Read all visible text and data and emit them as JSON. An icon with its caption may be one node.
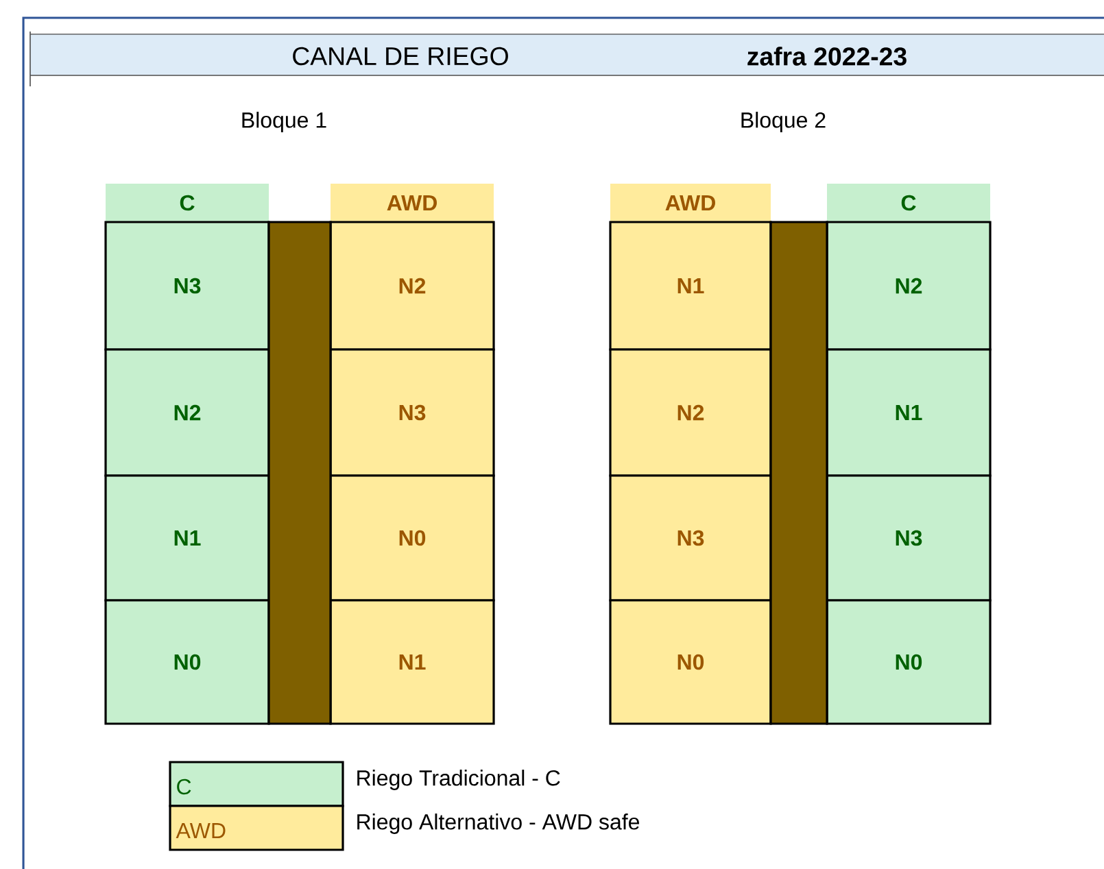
{
  "diagram": {
    "nodes": [
      {
        "text": [
          "CANAL DE RIEGO",
          "zafra 2022-23"
        ]
      },
      {
        "text": [
          "C"
        ]
      },
      {
        "text": [
          "AWD"
        ]
      },
      {
        "text": [
          "N3"
        ]
      },
      {
        "text": [
          "N2"
        ]
      },
      {
        "text": [
          "N2"
        ]
      },
      {
        "text": [
          "N3"
        ]
      },
      {
        "text": [
          "N1"
        ]
      },
      {
        "text": [
          "N0"
        ]
      },
      {
        "text": [
          "N0"
        ]
      },
      {
        "text": [
          "N1"
        ]
      },
      {
        "text": [
          "AWD"
        ]
      },
      {
        "text": [
          "C"
        ]
      },
      {
        "text": [
          "N1"
        ]
      },
      {
        "text": [
          "N2"
        ]
      },
      {
        "text": [
          "N2"
        ]
      },
      {
        "text": [
          "N1"
        ]
      },
      {
        "text": [
          "N3"
        ]
      },
      {
        "text": [
          "N3"
        ]
      },
      {
        "text": [
          "N0"
        ]
      },
      {
        "text": [
          "N0"
        ]
      },
      {
        "text": [],
        "shape": "bar"
      },
      {
        "text": [],
        "shape": "bar"
      }
    ],
    "labels": [
      "Bloque 1",
      "Bloque 2",
      "C",
      "AWD"
    ],
    "legend": [
      {
        "text": "Riego Tradicional - C",
        "color": "#c6efce"
      },
      {
        "text": "Riego Alternativo - AWD safe",
        "color": "#ffeb9c"
      }
    ]
  }
}
